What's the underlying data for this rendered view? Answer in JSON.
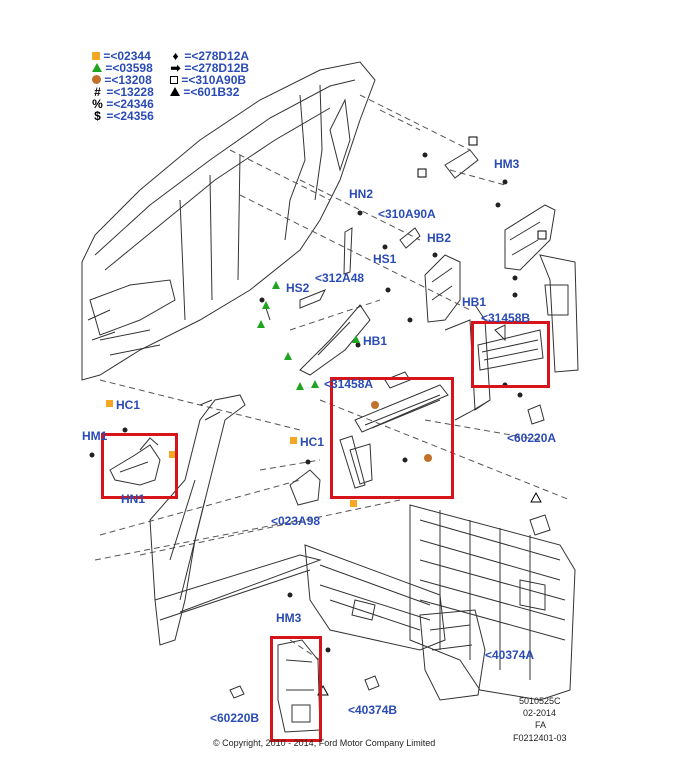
{
  "legend": [
    {
      "icon": "orange-square-icon",
      "symbol": "",
      "code": "<02344"
    },
    {
      "icon": "green-triangle-icon",
      "symbol": "",
      "code": "<03598"
    },
    {
      "icon": "brown-circle-icon",
      "symbol": "",
      "code": "<13208"
    },
    {
      "icon": "hash-icon",
      "symbol": "#",
      "code": "<13228"
    },
    {
      "icon": "percent-icon",
      "symbol": "%",
      "code": "<24346"
    },
    {
      "icon": "dollar-icon",
      "symbol": "$",
      "code": "<24356"
    },
    {
      "icon": "diamond-icon",
      "symbol": "♦",
      "code": "<278D12A"
    },
    {
      "icon": "arrow-icon",
      "symbol": "➡",
      "code": "<278D12B"
    },
    {
      "icon": "open-square-icon",
      "symbol": "",
      "code": "<310A90B"
    },
    {
      "icon": "open-triangle-icon",
      "symbol": "",
      "code": "<601B32"
    }
  ],
  "legend_equals": "=",
  "callouts": {
    "hm3_top": "HM3",
    "hn2": "HN2",
    "c310a90a": "<310A90A",
    "hb2": "HB2",
    "hs1": "HS1",
    "hs2": "HS2",
    "c312a48": "<312A48",
    "hb1_top": "HB1",
    "c31458b": "<31458B",
    "hb1_mid": "HB1",
    "c31458a": "<31458A",
    "c60220a": "<60220A",
    "hc1_left": "HC1",
    "hm1": "HM1",
    "hn1": "HN1",
    "hc1_mid": "HC1",
    "c023a98": "<023A98",
    "hm3_bottom": "HM3",
    "c40374a": "<40374A",
    "c60220b": "<60220B",
    "c40374b": "<40374B"
  },
  "drawing_meta": {
    "number": "5010525C",
    "date": "02-2014",
    "code": "FA",
    "figure": "F0212401-03"
  },
  "copyright": "© Copyright, 2010 - 2014, Ford Motor Company Limited",
  "colors": {
    "label_blue": "#2a4bb5",
    "highlight_red": "#d8141b",
    "marker_orange": "#f5a623",
    "marker_green": "#1fa51f",
    "marker_brown": "#c2702a"
  }
}
